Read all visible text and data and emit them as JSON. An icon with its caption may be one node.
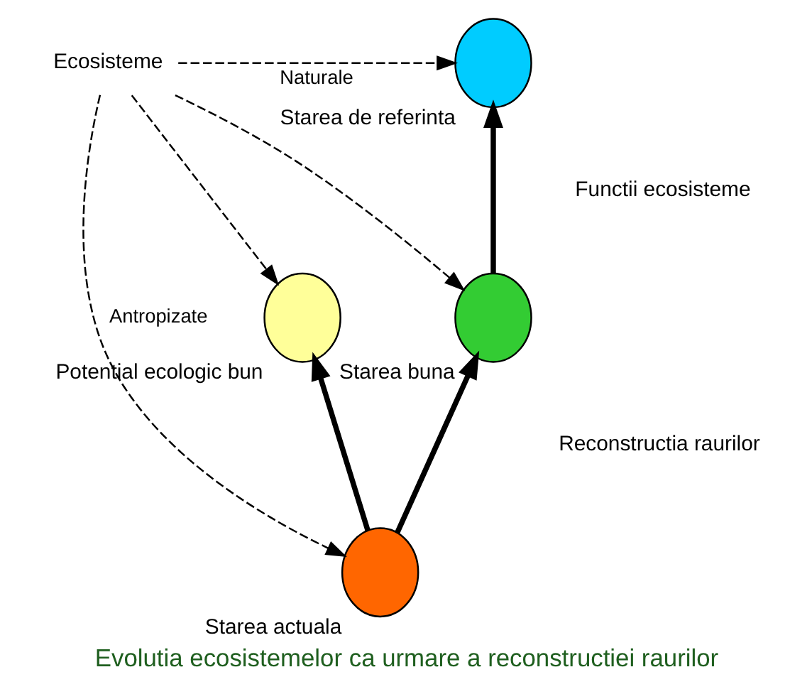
{
  "diagram": {
    "caption": "Evolutia ecosistemelor ca urmare a reconstructiei raurilor",
    "nodes": [
      {
        "text": [
          "Ecosisteme"
        ]
      },
      {
        "text": [],
        "shape": "circle",
        "beside": [
          "Starea de referinta"
        ]
      },
      {
        "text": [],
        "shape": "circle",
        "beside": [
          "Potential ecologic bun"
        ]
      },
      {
        "text": [],
        "shape": "circle",
        "beside": [
          "Starea buna"
        ]
      },
      {
        "text": [],
        "shape": "circle",
        "beside": [
          "Starea actuala"
        ]
      }
    ],
    "edges": [
      {
        "from": 0,
        "to": 1,
        "arrow": "to",
        "style": "dashed",
        "label": "Naturale"
      },
      {
        "from": 0,
        "to": 3,
        "arrow": "to",
        "style": "dashed"
      },
      {
        "from": 0,
        "to": 2,
        "arrow": "to",
        "style": "dashed"
      },
      {
        "from": 0,
        "to": 4,
        "arrow": "to",
        "style": "dashed",
        "label": "Antropizate"
      },
      {
        "from": 4,
        "to": 2,
        "arrow": "to",
        "style": "thick"
      },
      {
        "from": 4,
        "to": 3,
        "arrow": "to",
        "style": "thick"
      },
      {
        "from": 3,
        "to": 1,
        "arrow": "to",
        "style": "thick"
      }
    ],
    "labels": [
      "Reconstructia raurilor",
      "Functii ecosisteme"
    ]
  }
}
